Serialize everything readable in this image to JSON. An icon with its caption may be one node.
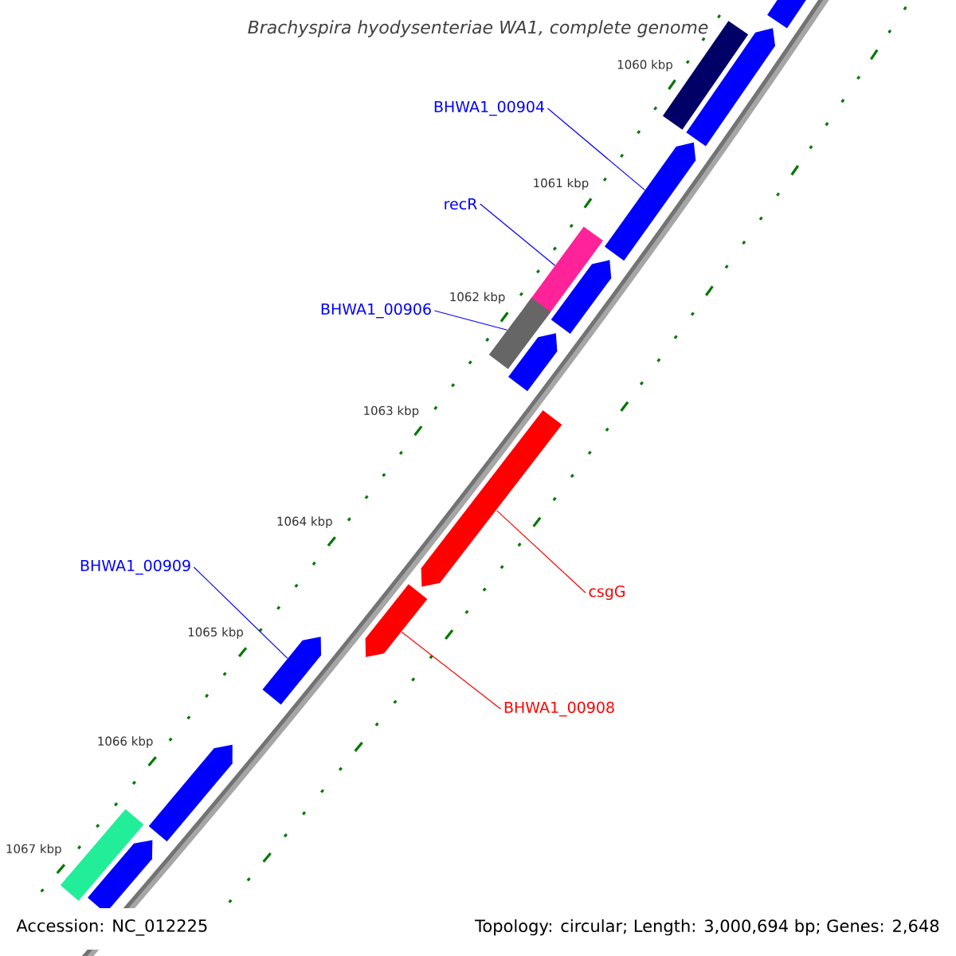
{
  "diagram": {
    "nodes": [
      {
        "text": [
          "BHWA1_00904"
        ]
      },
      {
        "text": [
          "recR"
        ]
      },
      {
        "text": [
          "BHWA1_00906"
        ]
      },
      {
        "text": [
          "BHWA1_00909"
        ]
      },
      {
        "text": [
          "csgG"
        ]
      },
      {
        "text": [
          "BHWA1_00908"
        ]
      },
      {
        "text": [],
        "shape": "bar"
      },
      {
        "text": [],
        "shape": "bar"
      },
      {
        "text": [],
        "shape": "bar"
      },
      {
        "text": [],
        "shape": "bar"
      },
      {
        "text": [],
        "shape": "bar"
      },
      {
        "text": [],
        "shape": "bar"
      },
      {
        "text": [],
        "shape": "bar"
      },
      {
        "text": [],
        "shape": "bar"
      },
      {
        "text": [],
        "shape": "bar"
      },
      {
        "text": [],
        "shape": "bar"
      },
      {
        "text": [],
        "shape": "bar"
      },
      {
        "text": [],
        "shape": "bar"
      },
      {
        "text": [],
        "shape": "bar"
      },
      {
        "text": [],
        "shape": "bar"
      }
    ],
    "edges": [
      {
        "from": 0,
        "to": 9,
        "arrow": "none"
      },
      {
        "from": 1,
        "to": 10,
        "arrow": "none"
      },
      {
        "from": 2,
        "to": 12,
        "arrow": "none"
      },
      {
        "from": 3,
        "to": 16,
        "arrow": "none"
      },
      {
        "from": 4,
        "to": 14,
        "arrow": "none",
        "color": "#ff0000"
      },
      {
        "from": 5,
        "to": 15,
        "arrow": "none",
        "color": "#ff0000"
      }
    ],
    "labels": [
      "Brachyspira hyodysenteriae WA1, complete genome",
      "1060 kbp",
      "1061 kbp",
      "1062 kbp",
      "1063 kbp",
      "1064 kbp",
      "1065 kbp",
      "1066 kbp",
      "1067 kbp",
      "Accession: NC_012225",
      "Topology: circular; Length: 3,000,694 bp; Genes: 2,648"
    ]
  }
}
